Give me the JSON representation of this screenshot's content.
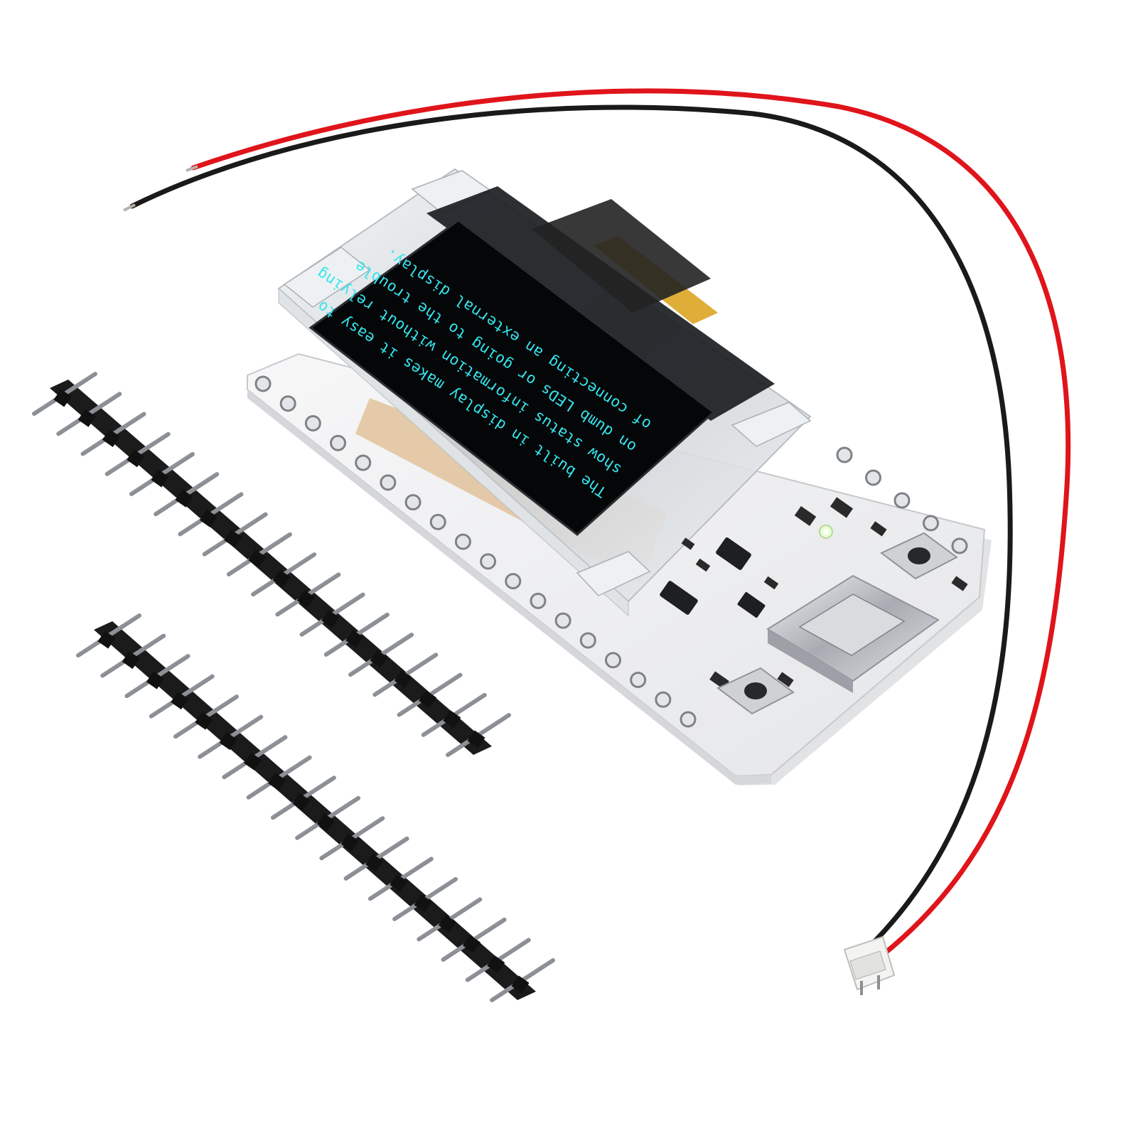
{
  "image": {
    "subject": "LoRa / ESP32 development board with OLED display, two pin header strips and a battery cable"
  },
  "oled": {
    "lines": [
      "The built in display makes it easy to",
      "show status information without relying",
      "on dumb LEDs or going to the trouble",
      "of connecting an external display."
    ]
  },
  "colors": {
    "background": "#ffffff",
    "pcb": "#f2f2f4",
    "screen": "#050608",
    "oled_text": "#35e6ee",
    "wire_red": "#e0141b",
    "wire_black": "#1a1a1a",
    "header_plastic": "#1b1b1b",
    "pin_metal": "#9a9ea4"
  },
  "headers": {
    "pin_count_each": 18,
    "strips": 2
  },
  "icons": {
    "usb": "usb-c-port-icon",
    "buttons": "tactile-button-icon",
    "led": "led-icon"
  }
}
